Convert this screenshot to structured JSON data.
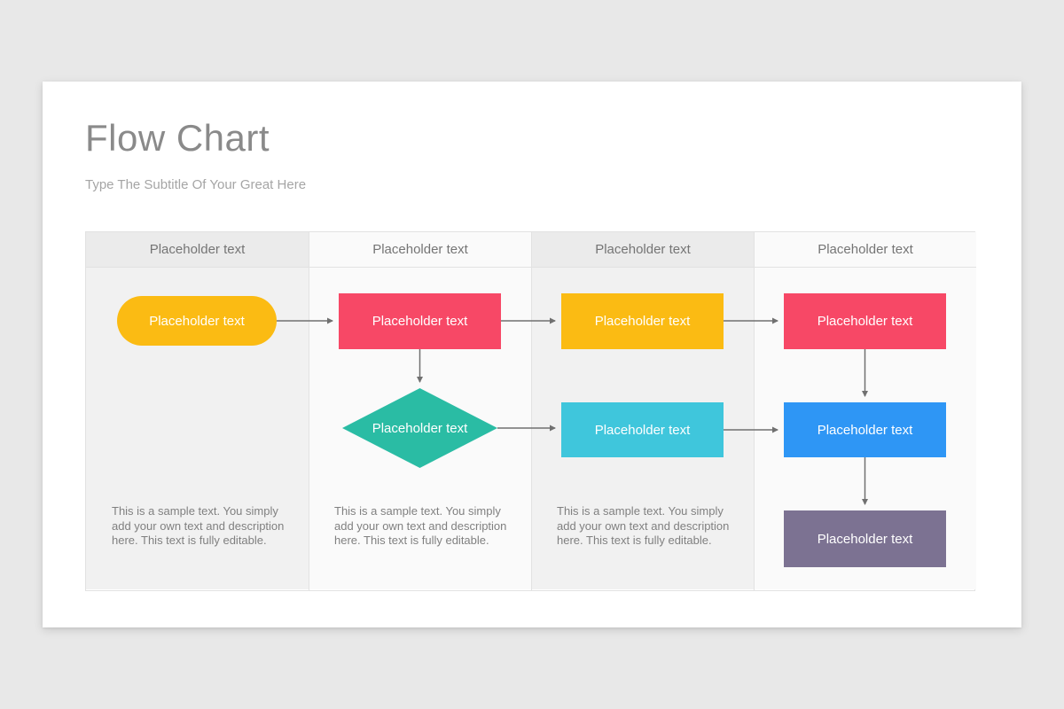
{
  "page": {
    "background": "#e8e8e8"
  },
  "slide": {
    "title": "Flow Chart",
    "subtitle": "Type The Subtitle Of Your Great Here",
    "background": "#ffffff"
  },
  "table": {
    "headers": [
      "Placeholder text",
      "Placeholder text",
      "Placeholder text",
      "Placeholder text"
    ],
    "column_backgrounds": [
      "#f1f1f1",
      "#fafafa",
      "#f1f1f1",
      "#fafafa"
    ],
    "descriptions": [
      "This is a sample text. You simply add your own text and description here. This text is fully editable.",
      "This is a sample text. You simply add your own text and description here. This text is fully editable.",
      "This is a sample text. You simply add your own text and description here. This text is fully editable."
    ]
  },
  "flowchart": {
    "nodes": [
      {
        "id": "start",
        "shape": "pill",
        "column": 1,
        "row": 1,
        "label": "Placeholder text",
        "color": "#fbbb13"
      },
      {
        "id": "process-1",
        "shape": "rect",
        "column": 2,
        "row": 1,
        "label": "Placeholder text",
        "color": "#f74866"
      },
      {
        "id": "process-2",
        "shape": "rect",
        "column": 3,
        "row": 1,
        "label": "Placeholder text",
        "color": "#fbbb13"
      },
      {
        "id": "process-3",
        "shape": "rect",
        "column": 4,
        "row": 1,
        "label": "Placeholder text",
        "color": "#f74866"
      },
      {
        "id": "decision",
        "shape": "diamond",
        "column": 2,
        "row": 2,
        "label": "Placeholder text",
        "color": "#2abca4"
      },
      {
        "id": "process-4",
        "shape": "rect",
        "column": 3,
        "row": 2,
        "label": "Placeholder text",
        "color": "#3fc6dc"
      },
      {
        "id": "process-5",
        "shape": "rect",
        "column": 4,
        "row": 2,
        "label": "Placeholder text",
        "color": "#2e96f5"
      },
      {
        "id": "end",
        "shape": "rect",
        "column": 4,
        "row": 3,
        "label": "Placeholder text",
        "color": "#7c7292"
      }
    ],
    "connections": [
      {
        "from": "start",
        "to": "process-1",
        "direction": "right"
      },
      {
        "from": "process-1",
        "to": "process-2",
        "direction": "right"
      },
      {
        "from": "process-2",
        "to": "process-3",
        "direction": "right"
      },
      {
        "from": "process-1",
        "to": "decision",
        "direction": "down"
      },
      {
        "from": "decision",
        "to": "process-4",
        "direction": "right"
      },
      {
        "from": "process-4",
        "to": "process-5",
        "direction": "right"
      },
      {
        "from": "process-3",
        "to": "process-5",
        "direction": "down"
      },
      {
        "from": "process-5",
        "to": "end",
        "direction": "down"
      }
    ],
    "arrow_color": "#707070"
  }
}
